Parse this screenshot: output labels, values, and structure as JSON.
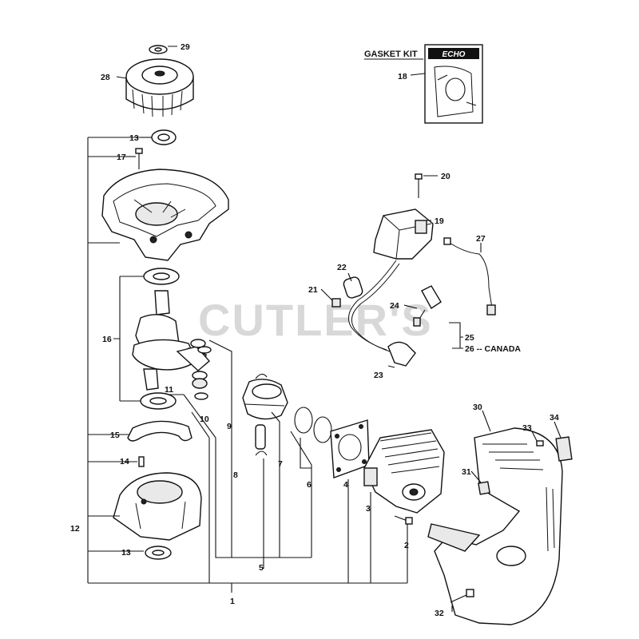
{
  "watermark": "CUTLER'S",
  "kit": {
    "title": "GASKET KIT",
    "brand": "ECHO"
  },
  "callouts": {
    "c1": "1",
    "c2": "2",
    "c3": "3",
    "c4": "4",
    "c5": "5",
    "c6": "6",
    "c7": "7",
    "c8": "8",
    "c9": "9",
    "c10": "10",
    "c11": "11",
    "c12": "12",
    "c13a": "13",
    "c13b": "13",
    "c14": "14",
    "c15": "15",
    "c16": "16",
    "c17": "17",
    "c18": "18",
    "c19": "19",
    "c20": "20",
    "c21": "21",
    "c22": "22",
    "c23": "23",
    "c24": "24",
    "c25": "25",
    "c26": "26 -- CANADA",
    "c27": "27",
    "c28": "28",
    "c29": "29",
    "c30": "30",
    "c31": "31",
    "c32": "32",
    "c33": "33",
    "c34": "34"
  }
}
